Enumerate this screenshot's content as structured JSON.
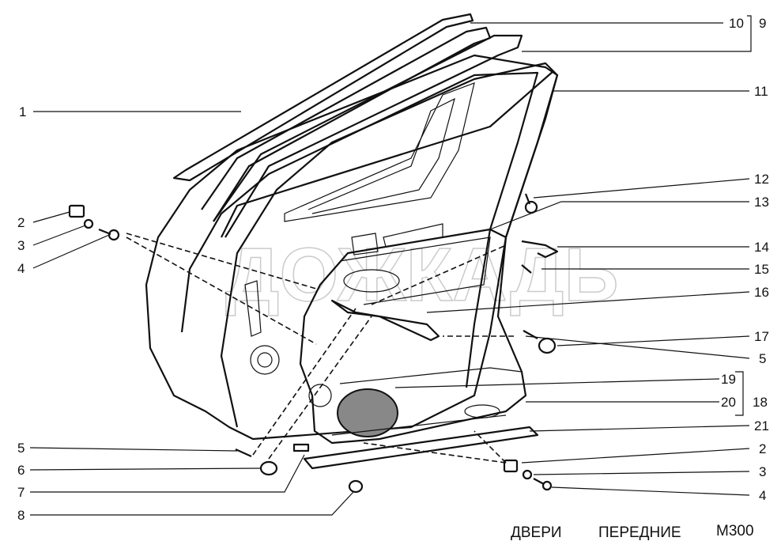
{
  "diagram": {
    "caption": {
      "part1": "ДВЕРИ",
      "part2": "ПЕРЕДНИЕ",
      "code": "M300"
    },
    "watermark": "ДОЖКАДЬ",
    "left_labels": [
      "1",
      "2",
      "3",
      "4",
      "5",
      "6",
      "7",
      "8"
    ],
    "right_labels": [
      "10",
      "9",
      "11",
      "12",
      "13",
      "14",
      "15",
      "16",
      "17",
      "5",
      "19",
      "20",
      "18",
      "21",
      "2",
      "3",
      "4"
    ]
  }
}
